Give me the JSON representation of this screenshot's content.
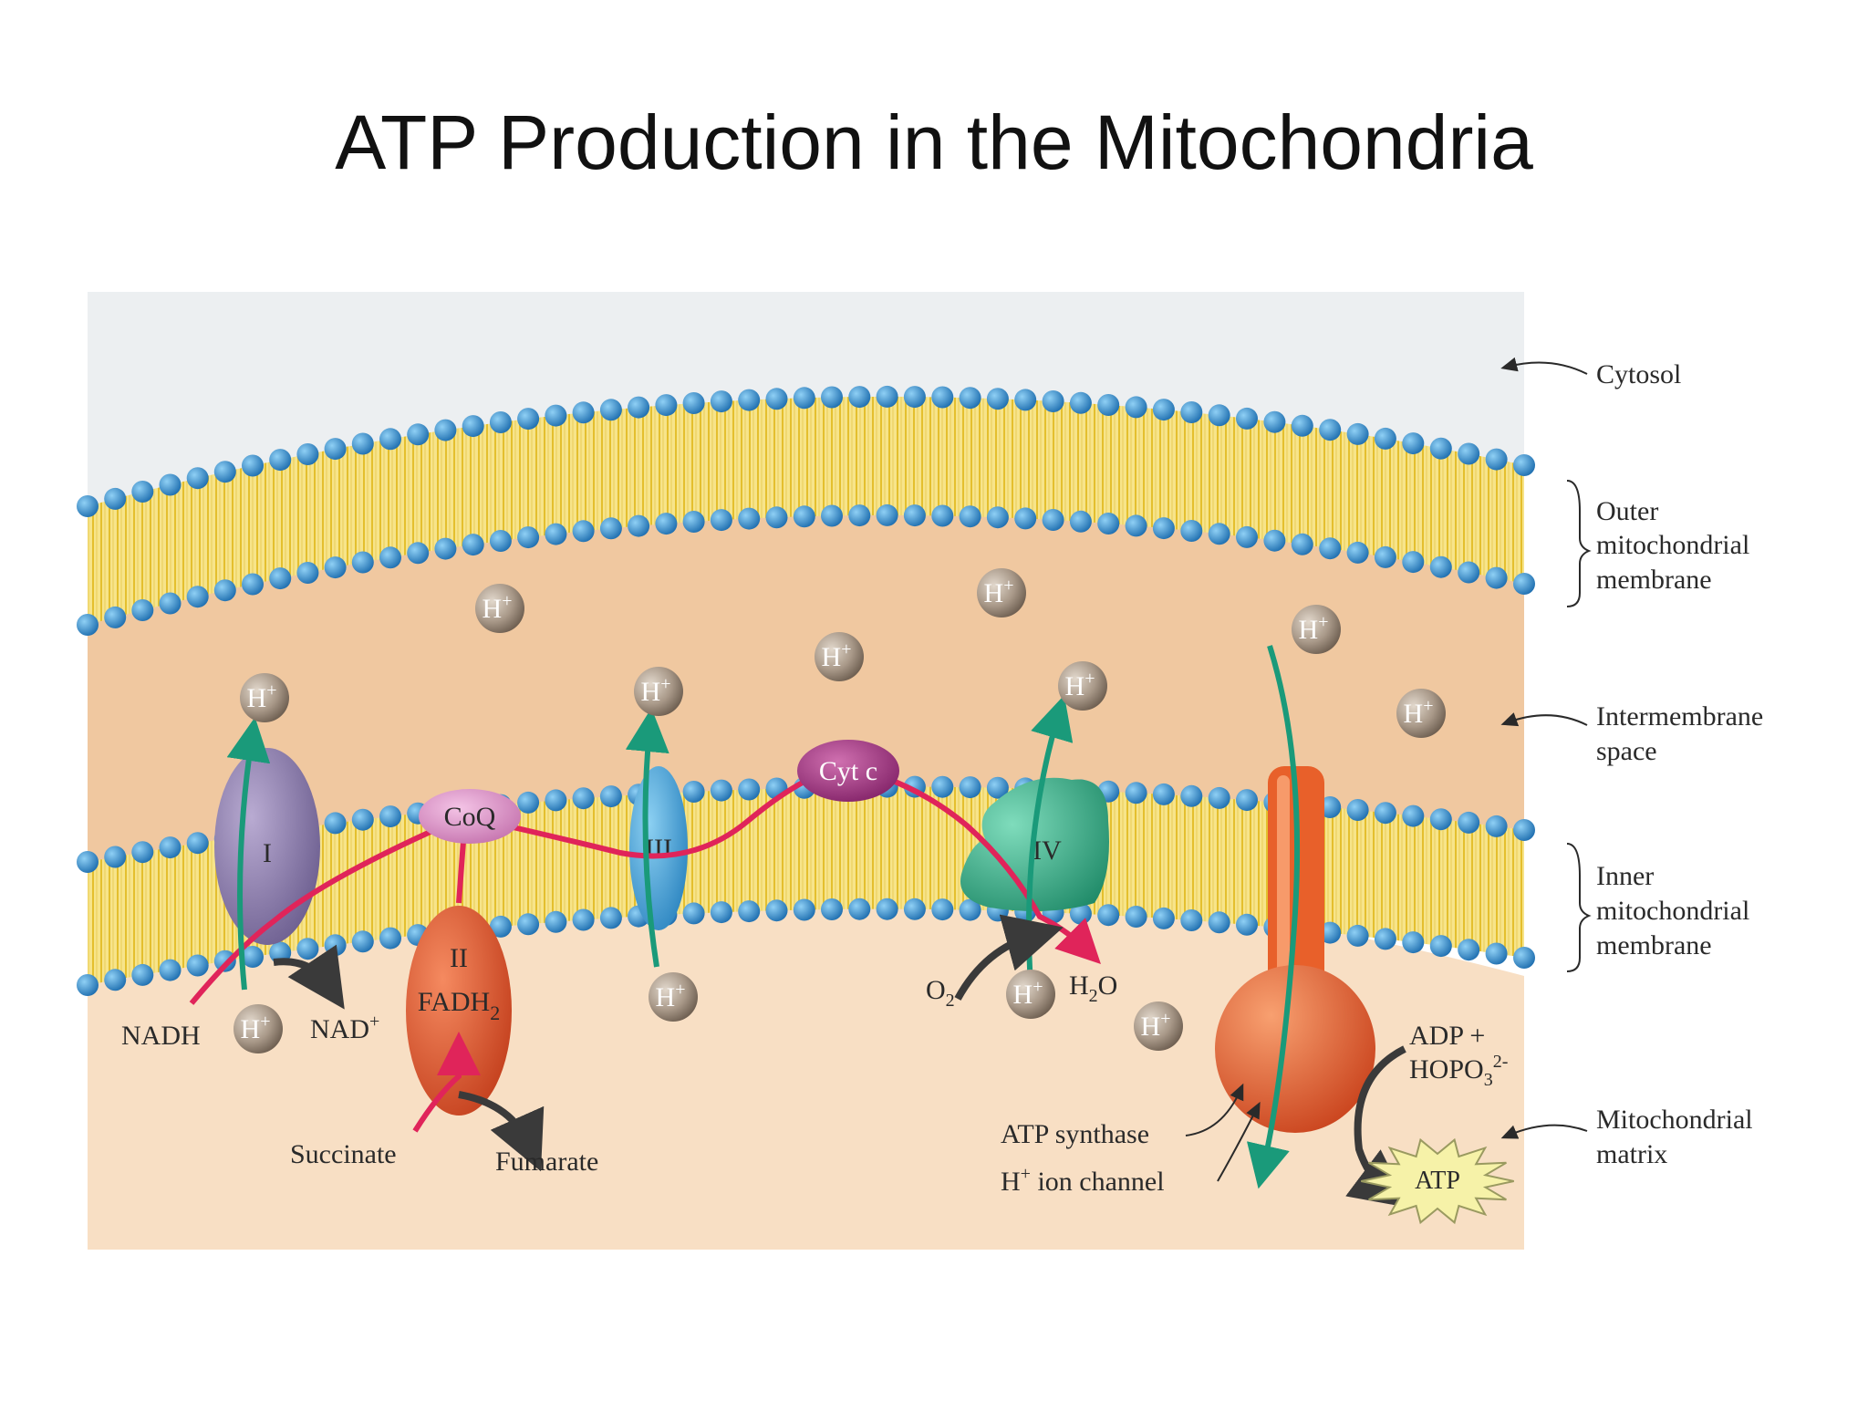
{
  "title": "ATP Production in the Mitochondria",
  "regions": {
    "cytosol": "Cytosol",
    "outer_membrane": [
      "Outer",
      "mitochondrial",
      "membrane"
    ],
    "intermembrane_space": [
      "Intermembrane",
      "space"
    ],
    "inner_membrane": [
      "Inner",
      "mitochondrial",
      "membrane"
    ],
    "matrix": [
      "Mitochondrial",
      "matrix"
    ]
  },
  "complexes": {
    "complex_1": "I",
    "coq": "CoQ",
    "complex_2": "II",
    "fadh2": "FADH",
    "fadh2_sub": "2",
    "complex_3": "III",
    "cytc": "Cyt c",
    "complex_4": "IV"
  },
  "proton": "H",
  "proton_sup": "+",
  "molecules": {
    "nadh": "NADH",
    "nad": "NAD",
    "nad_sup": "+",
    "succinate": "Succinate",
    "fumarate": "Fumarate",
    "o2": "O",
    "o2_sub": "2",
    "h2o_h": "H",
    "h2o_sub": "2",
    "h2o_o": "O",
    "adp_line1": "ADP +",
    "adp_line2_a": "HOPO",
    "adp_line2_sub": "3",
    "adp_line2_sup": "2-",
    "atp": "ATP"
  },
  "synthase_labels": {
    "atp_synthase": "ATP synthase",
    "ion_channel_h": "H",
    "ion_channel_sup": "+",
    "ion_channel_rest": " ion channel"
  },
  "colors": {
    "cytosol": "#eceff1",
    "intermembrane": "#f0c8a0",
    "matrix": "#f8dfc4",
    "lipid_tail": "#f2d55a",
    "head": "#2f86c9",
    "complex_1": "#8a7aa8",
    "coq": "#d88ac4",
    "complex_2": "#e8502a",
    "complex_3": "#3f9fd6",
    "cytc": "#a02a80",
    "complex_4": "#2fae86",
    "synthase": "#e8602a",
    "electron_path": "#e0245a",
    "proton_path": "#1a9a7a",
    "proton_ball": "#a89888"
  }
}
